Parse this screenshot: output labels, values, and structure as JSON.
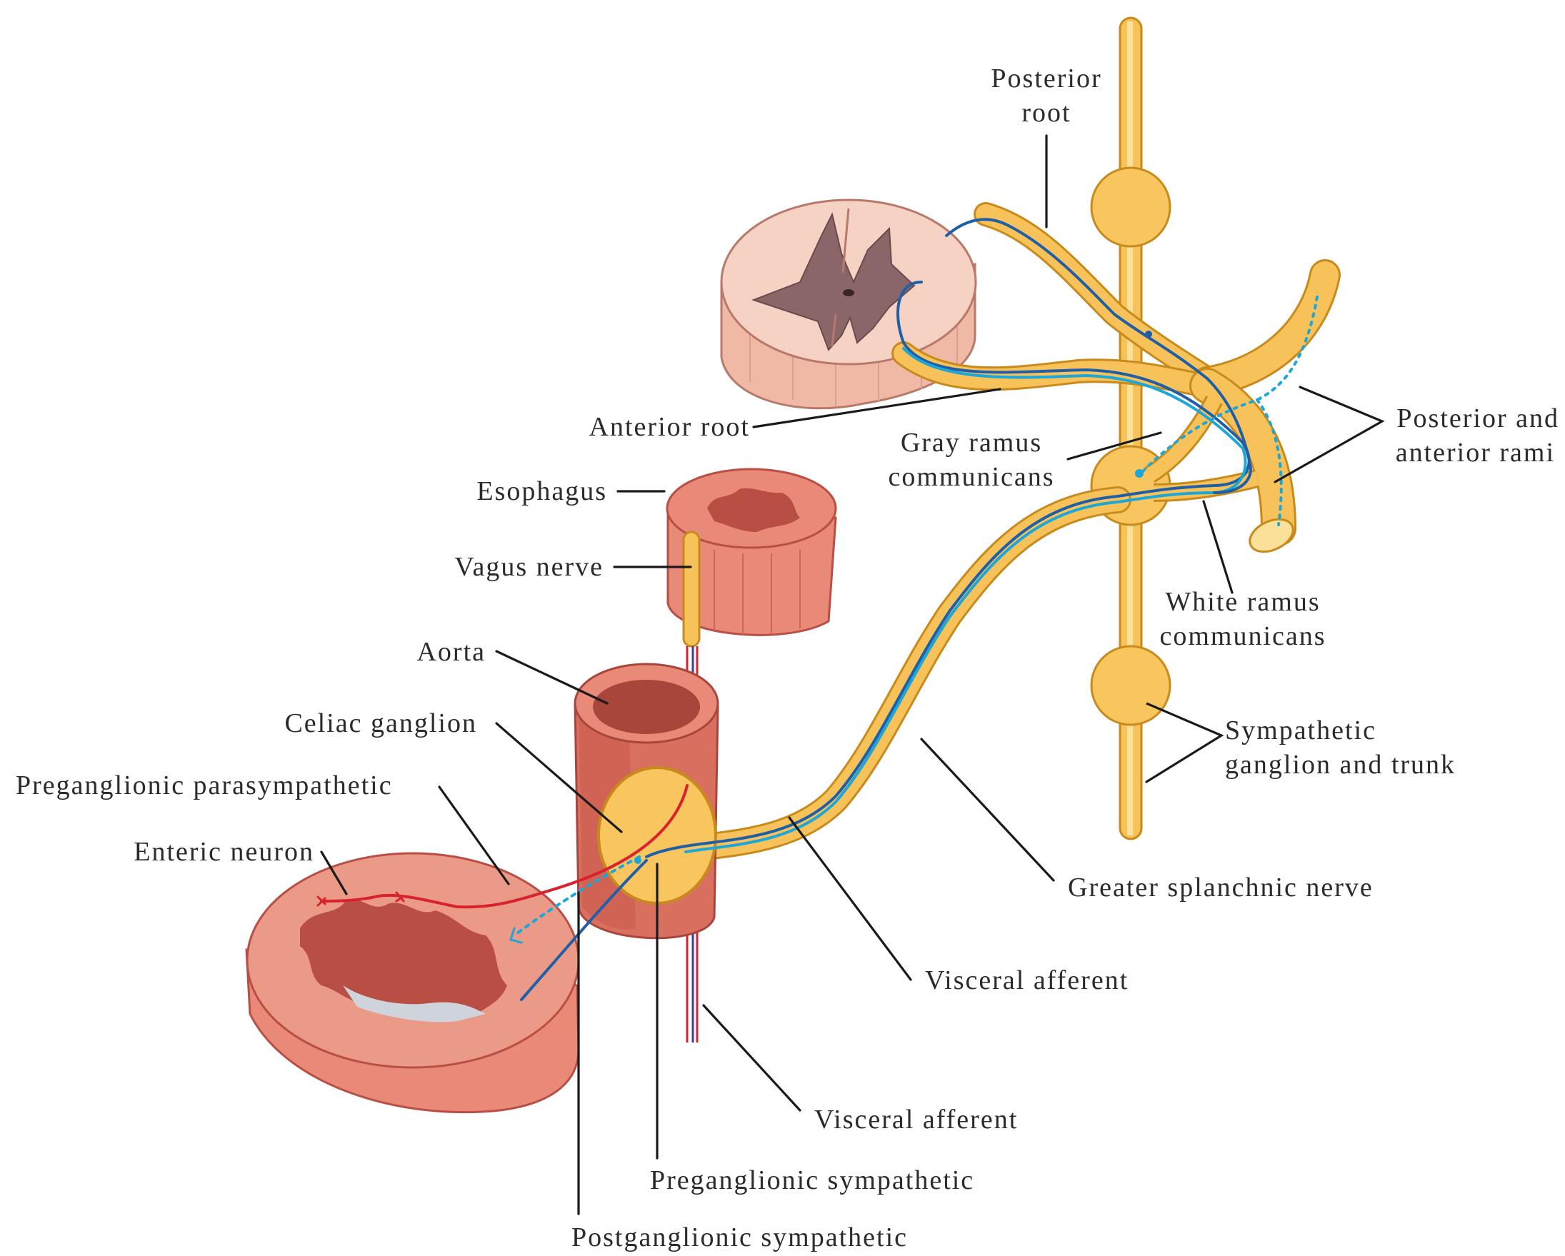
{
  "labels": {
    "posterior_root_1": "Posterior",
    "posterior_root_2": "root",
    "anterior_root": "Anterior root",
    "gray_ramus_1": "Gray ramus",
    "gray_ramus_2": "communicans",
    "posterior_anterior_rami_1": "Posterior and",
    "posterior_anterior_rami_2": "anterior rami",
    "esophagus": "Esophagus",
    "vagus_nerve": "Vagus nerve",
    "white_ramus_1": "White ramus",
    "white_ramus_2": "communicans",
    "aorta": "Aorta",
    "celiac_ganglion": "Celiac ganglion",
    "sympathetic_ganglion_1": "Sympathetic",
    "sympathetic_ganglion_2": "ganglion and trunk",
    "preganglionic_parasympathetic": "Preganglionic parasympathetic",
    "enteric_neuron": "Enteric neuron",
    "greater_splanchnic_nerve": "Greater splanchnic nerve",
    "visceral_afferent_upper": "Visceral afferent",
    "visceral_afferent_lower": "Visceral afferent",
    "preganglionic_sympathetic": "Preganglionic sympathetic",
    "postganglionic_sympathetic": "Postganglionic sympathetic"
  },
  "colors": {
    "nerve_fill": "#f7c25a",
    "nerve_edge": "#c98a1c",
    "ganglion_fill": "#f8c55e",
    "tissue_fill": "#e98a78",
    "tissue_dark": "#b94f44",
    "spinal_cord": "#f3c9b8",
    "gray_matter": "#8a6668",
    "sympathetic_blue": "#1f5fa8",
    "afferent_cyan": "#1ca7d8",
    "parasympathetic_red": "#d8232f",
    "leader_line": "#1a1a1a"
  }
}
